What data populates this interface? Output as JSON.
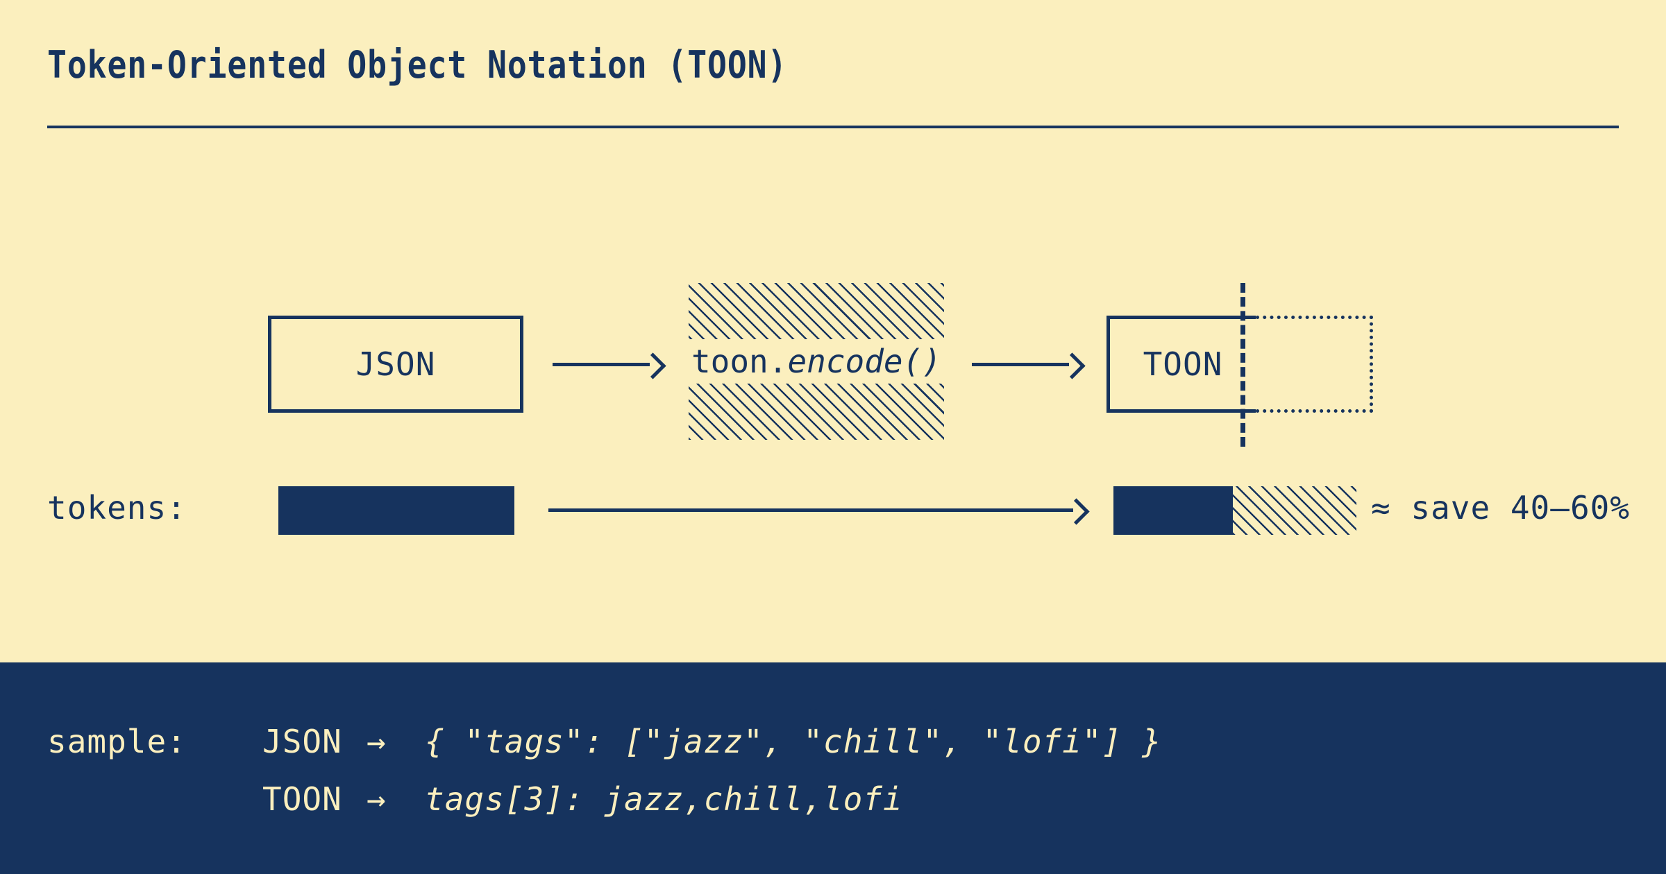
{
  "header": {
    "title": "Token-Oriented Object Notation (TOON)"
  },
  "colors": {
    "background": "#fbefbe",
    "ink": "#16335e",
    "panel": "#16335e",
    "panel_text": "#fbefbe"
  },
  "flow": {
    "source_box_label": "JSON",
    "encode_label_prefix": "toon.",
    "encode_label_emphasis": "encode()",
    "target_box_label": "TOON",
    "arrow_glyph": "arrow-right-icon"
  },
  "tokens": {
    "label": "tokens:",
    "savings_label": "≈ save 40–60%",
    "json_bar_fraction": 1.0,
    "toon_solid_fraction": 0.49,
    "toon_hatch_fraction": 0.51
  },
  "sample": {
    "label": "sample:",
    "arrow": "→",
    "rows": [
      {
        "kind": "JSON",
        "code": "{ \"tags\": [\"jazz\", \"chill\", \"lofi\"] }"
      },
      {
        "kind": "TOON",
        "code": "tags[3]: jazz,chill,lofi"
      }
    ]
  }
}
